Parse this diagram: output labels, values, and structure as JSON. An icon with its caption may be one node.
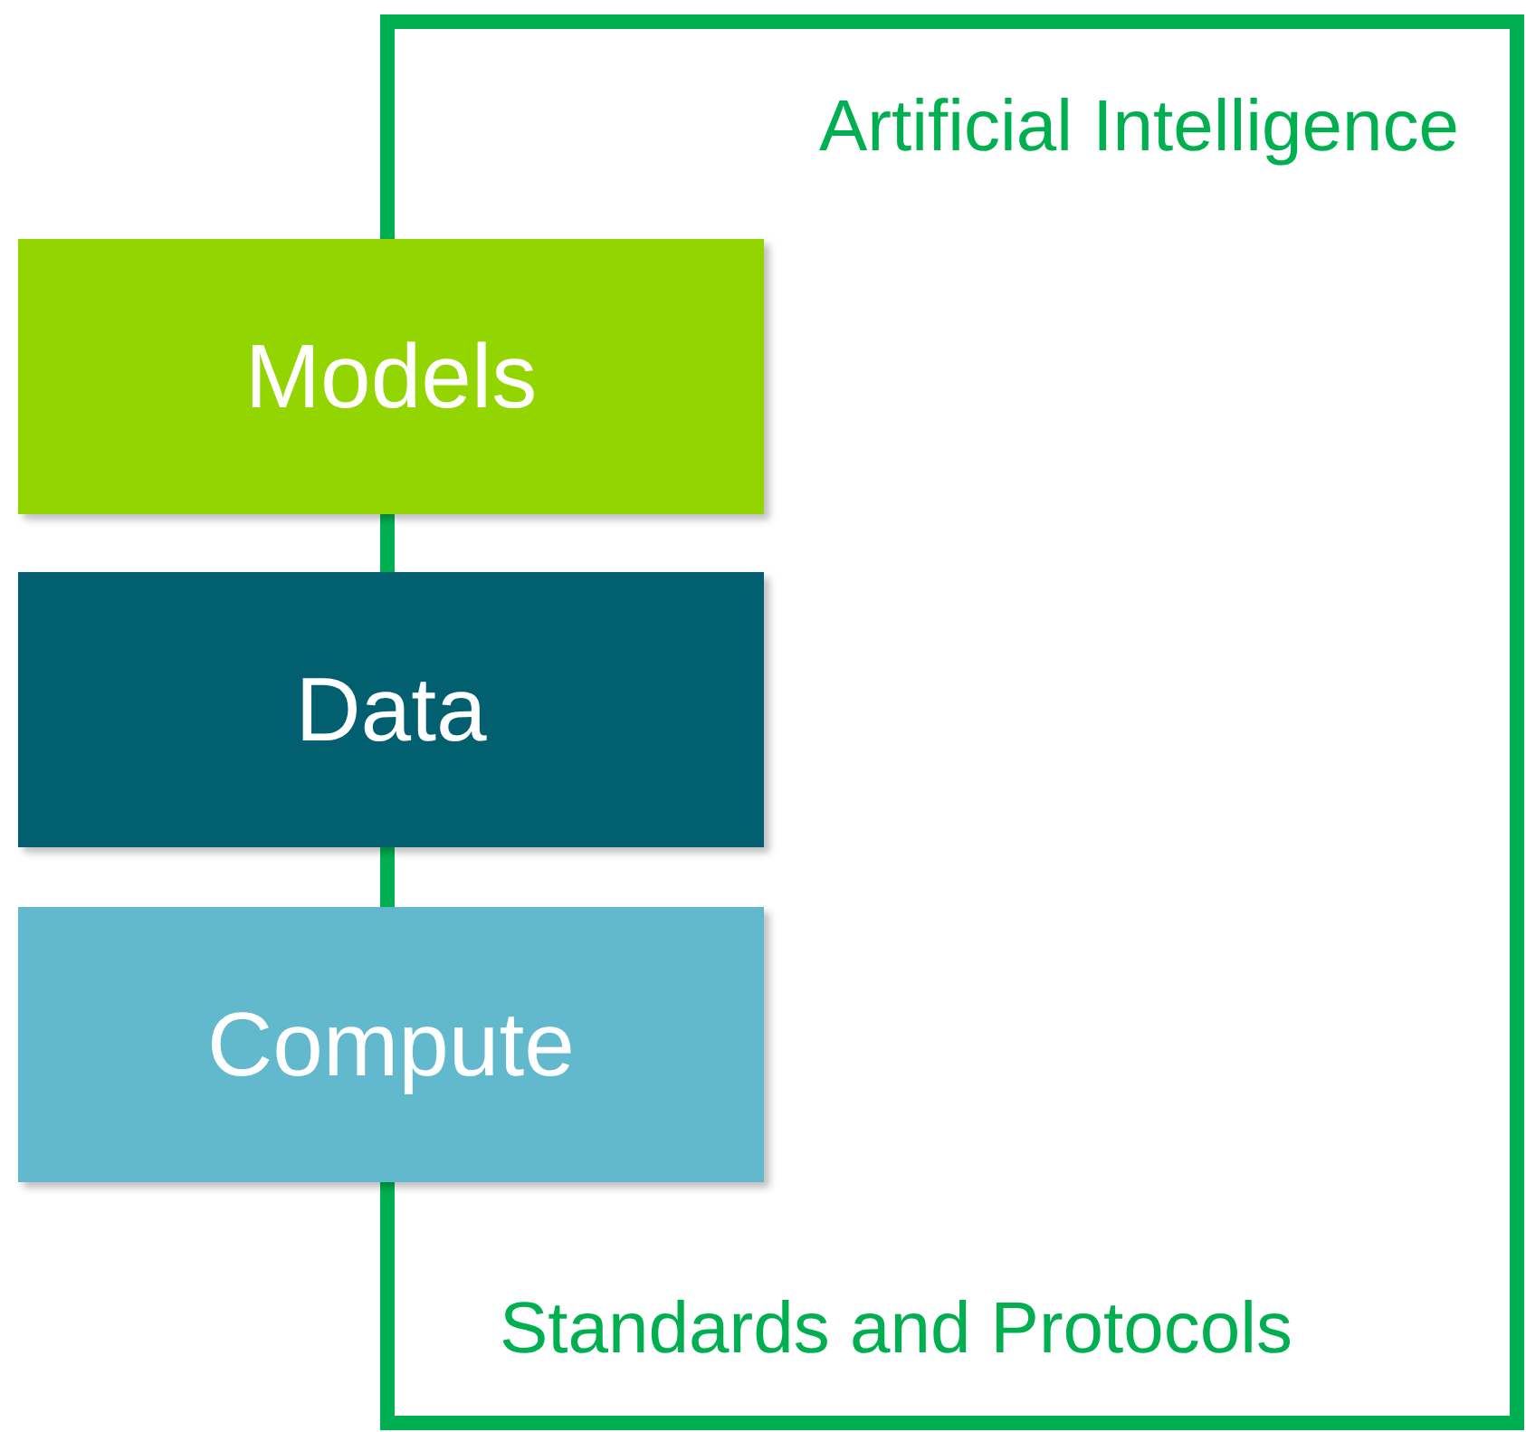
{
  "diagram": {
    "nodes": [
      {
        "text": [
          "Artificial Intelligence",
          "Standards and Protocols"
        ]
      },
      {
        "text": [
          "Models"
        ]
      },
      {
        "text": [
          "Data"
        ]
      },
      {
        "text": [
          "Compute"
        ]
      }
    ]
  }
}
